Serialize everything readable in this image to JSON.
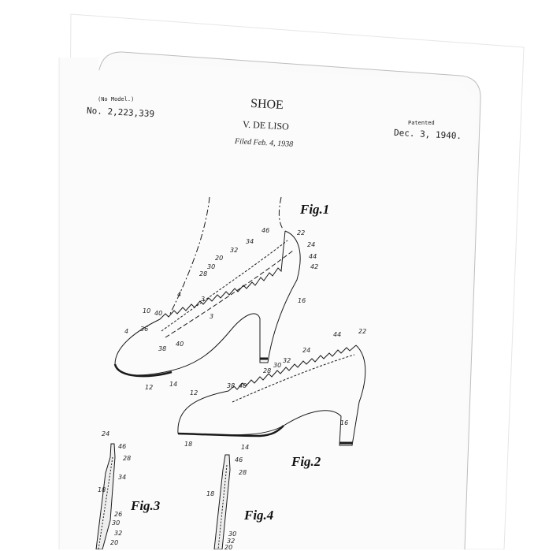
{
  "card": {
    "no_model": "(No Model.)",
    "patent_number": "No. 2,223,339",
    "title": "SHOE",
    "inventor": "V. DE LISO",
    "filed": "Filed Feb. 4, 1938",
    "patented_label": "Patented",
    "patented_date": "Dec. 3, 1940."
  },
  "figures": {
    "fig1": "Fig.1",
    "fig2": "Fig.2",
    "fig3": "Fig.3",
    "fig4": "Fig.4"
  },
  "numerals": {
    "fig1": [
      "46",
      "22",
      "34",
      "24",
      "32",
      "44",
      "20",
      "42",
      "30",
      "28",
      "4",
      "3",
      "3",
      "16",
      "10",
      "40",
      "36",
      "4",
      "38",
      "40",
      "12",
      "14"
    ],
    "fig2": [
      "44",
      "22",
      "24",
      "32",
      "30",
      "28",
      "38",
      "40",
      "12",
      "16",
      "18",
      "14"
    ],
    "fig3": [
      "24",
      "46",
      "28",
      "34",
      "18",
      "26",
      "30",
      "32",
      "20"
    ],
    "fig4": [
      "46",
      "28",
      "18",
      "30",
      "32",
      "20"
    ]
  },
  "colors": {
    "ink": "#1a1a1a",
    "paper": "#fbfbfc",
    "edge": "#cfcfcf"
  }
}
